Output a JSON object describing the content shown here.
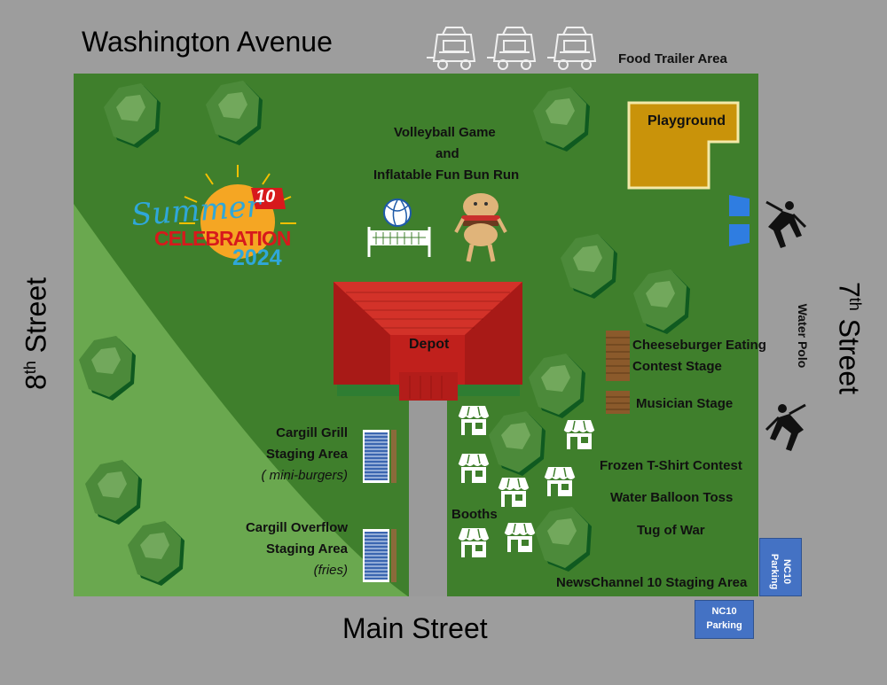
{
  "streets": {
    "north": "Washington Avenue",
    "south": "Main Street",
    "west_number": "8",
    "west_suffix": "th",
    "west_word": " Street",
    "east_number": "7",
    "east_suffix": "th",
    "east_word": " Street"
  },
  "logo": {
    "line1": "Summer",
    "line2": "CELEBRATION",
    "year": "2024",
    "badge": "10"
  },
  "areas": {
    "food_trailer": "Food Trailer Area",
    "playground": "Playground",
    "volleyball_line1": "Volleyball Game",
    "volleyball_line2": "and",
    "volleyball_line3": "Inflatable Fun Bun Run",
    "depot": "Depot",
    "cheeseburger_line1": "Cheeseburger Eating",
    "cheeseburger_line2": "Contest Stage",
    "musician": "Musician Stage",
    "water_polo": "Water Polo",
    "frozen_tshirt": "Frozen T-Shirt  Contest",
    "water_balloon": "Water Balloon Toss",
    "tug_of_war": "Tug of War",
    "newschannel": "NewsChannel 10 Staging Area",
    "grill_line1": "Cargill Grill",
    "grill_line2": "Staging Area",
    "grill_line3": "( mini-burgers)",
    "overflow_line1": "Cargill Overflow",
    "overflow_line2": "Staging Area",
    "overflow_line3": "(fries)",
    "booths": "Booths"
  },
  "parking": {
    "line1": "NC10",
    "line2": "Parking"
  },
  "colors": {
    "road": "#9d9d9d",
    "park_dark": "#3f7f2c",
    "park_light": "#6aa84f",
    "playground": "#c9930a",
    "depot_roof": "#c0201c",
    "walkway": "#9a9a9a",
    "parking": "#4472c4"
  },
  "icons": [
    "tree-icon",
    "food-trailer-icon",
    "volleyball-net-icon",
    "burger-mascot-icon",
    "booth-tent-icon",
    "water-polo-player-icon",
    "bleacher-icon",
    "stage-icon"
  ]
}
